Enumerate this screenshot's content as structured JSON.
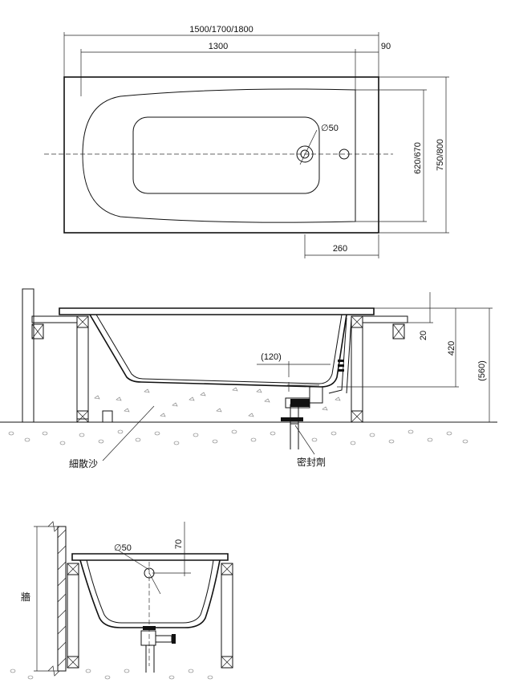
{
  "plan": {
    "overall_length": "1500/1700/1800",
    "inner_length": "1300",
    "end_offset": "90",
    "drain_dia": "∅50",
    "inner_width": "620/670",
    "overall_width": "750/800",
    "drain_offset": "260"
  },
  "side": {
    "rim_height": "20",
    "drain_offset": "(120)",
    "depth": "420",
    "total_height": "(560)",
    "sand_label": "細散沙",
    "sealant_label": "密封劑"
  },
  "front": {
    "drain_dia": "∅50",
    "rim_depth": "70",
    "wall_label": "牆"
  }
}
